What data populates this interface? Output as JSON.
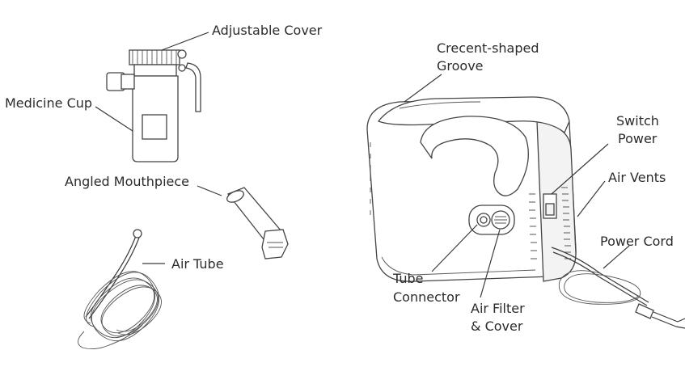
{
  "labels": {
    "adjustable_cover": "Adjustable Cover",
    "medicine_cup": "Medicine Cup",
    "angled_mouthpiece": "Angled Mouthpiece",
    "air_tube": "Air Tube",
    "groove_line1": "Crecent-shaped",
    "groove_line2": "Groove",
    "switch_line1": "Switch",
    "switch_line2": "Power",
    "air_vents": "Air Vents",
    "power_cord": "Power Cord",
    "tube_connector_line1": "Tube",
    "tube_connector_line2": "Connector",
    "air_filter_line1": "Air Filter",
    "air_filter_line2": "& Cover"
  }
}
